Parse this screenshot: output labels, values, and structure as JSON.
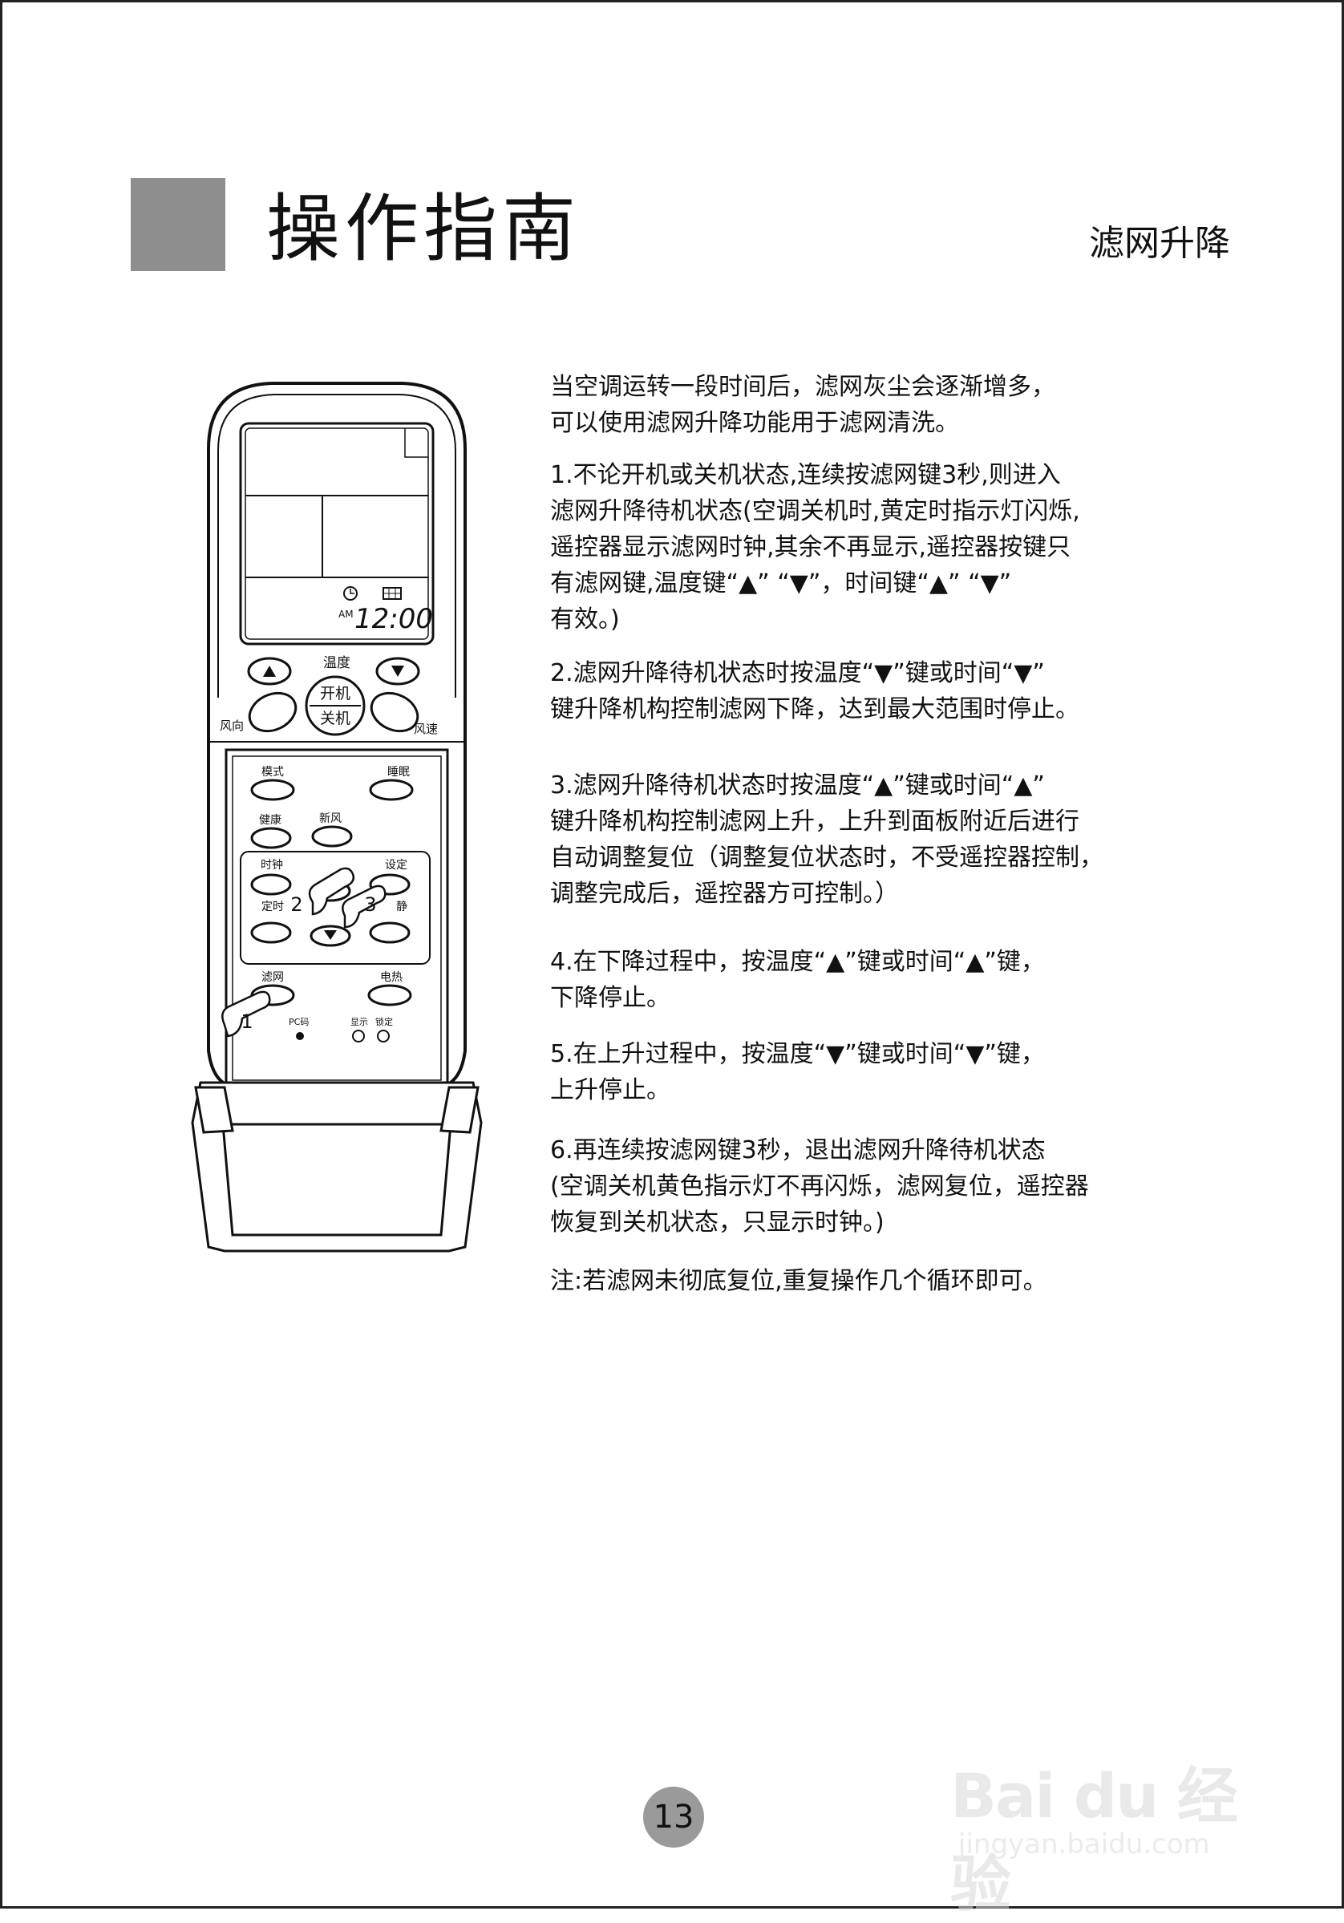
{
  "header": {
    "title": "操作指南",
    "section": "滤网升降"
  },
  "remote": {
    "lcd_time": "12:00",
    "lcd_am": "AM",
    "temp_label": "温度",
    "power_top": "开机",
    "power_bottom": "关机",
    "left_label": "风向",
    "right_label": "风速",
    "btn_mode": "模式",
    "btn_sleep": "睡眠",
    "btn_health": "健康",
    "btn_fresh": "新风",
    "btn_clock": "时钟",
    "btn_set": "设定",
    "btn_timer": "定时",
    "btn_quiet": "静",
    "btn_filter": "滤网",
    "btn_heat": "电热",
    "label_pc": "PC码",
    "label_display": "显示",
    "label_lock": "锁定",
    "step_1": "1",
    "step_2": "2",
    "step_3": "3"
  },
  "instructions": {
    "intro": "当空调运转一段时间后，滤网灰尘会逐渐增多，\n可以使用滤网升降功能用于滤网清洗。",
    "step1": "1.不论开机或关机状态,连续按滤网键3秒,则进入\n滤网升降待机状态(空调关机时,黄定时指示灯闪烁,\n遥控器显示滤网时钟,其余不再显示,遥控器按键只\n有滤网键,温度键“▲” “▼”，时间键“▲” “▼”\n有效。)",
    "step2": "2.滤网升降待机状态时按温度“▼”键或时间“▼”\n键升降机构控制滤网下降，达到最大范围时停止。",
    "step3": "3.滤网升降待机状态时按温度“▲”键或时间“▲”\n键升降机构控制滤网上升，上升到面板附近后进行\n自动调整复位（调整复位状态时，不受遥控器控制，\n调整完成后，遥控器方可控制。）",
    "step4": "4.在下降过程中，按温度“▲”键或时间“▲”键，\n下降停止。",
    "step5": "5.在上升过程中，按温度“▼”键或时间“▼”键，\n上升停止。",
    "step6": "6.再连续按滤网键3秒，退出滤网升降待机状态\n(空调关机黄色指示灯不再闪烁，滤网复位，遥控器\n恢复到关机状态，只显示时钟。)",
    "note": "注:若滤网未彻底复位,重复操作几个循环即可。"
  },
  "footer": {
    "page_number": "13"
  },
  "watermark": {
    "brand": "Bai du 经验",
    "url": "jingyan.baidu.com"
  }
}
